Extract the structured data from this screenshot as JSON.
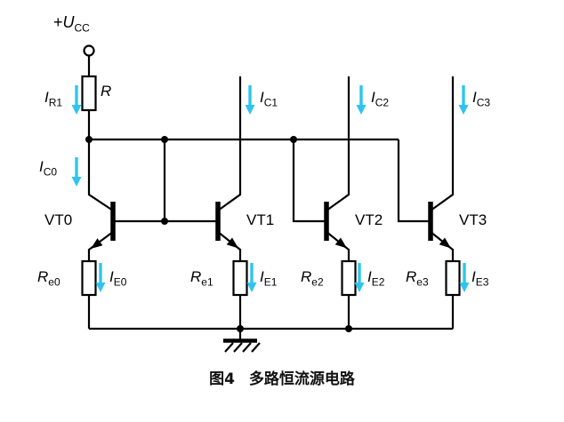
{
  "figure": {
    "number": "图4",
    "title": "多路恒流源电路"
  },
  "colors": {
    "wire": "#000000",
    "current_arrow": "#2ec4ef",
    "background": "#ffffff"
  },
  "supply": {
    "prefix": "+",
    "symbol": "U",
    "sub": "CC"
  },
  "bias_resistor": {
    "symbol": "R",
    "sub": ""
  },
  "currents": {
    "ir1": {
      "symbol": "I",
      "sub": "R1"
    },
    "ic0": {
      "symbol": "I",
      "sub": "C0"
    },
    "ic1": {
      "symbol": "I",
      "sub": "C1"
    },
    "ic2": {
      "symbol": "I",
      "sub": "C2"
    },
    "ic3": {
      "symbol": "I",
      "sub": "C3"
    },
    "ie0": {
      "symbol": "I",
      "sub": "E0"
    },
    "ie1": {
      "symbol": "I",
      "sub": "E1"
    },
    "ie2": {
      "symbol": "I",
      "sub": "E2"
    },
    "ie3": {
      "symbol": "I",
      "sub": "E3"
    }
  },
  "transistors": [
    {
      "name": "VT0"
    },
    {
      "name": "VT1"
    },
    {
      "name": "VT2"
    },
    {
      "name": "VT3"
    }
  ],
  "emitter_resistors": [
    {
      "symbol": "R",
      "sub": "e0"
    },
    {
      "symbol": "R",
      "sub": "e1"
    },
    {
      "symbol": "R",
      "sub": "e2"
    },
    {
      "symbol": "R",
      "sub": "e3"
    }
  ]
}
